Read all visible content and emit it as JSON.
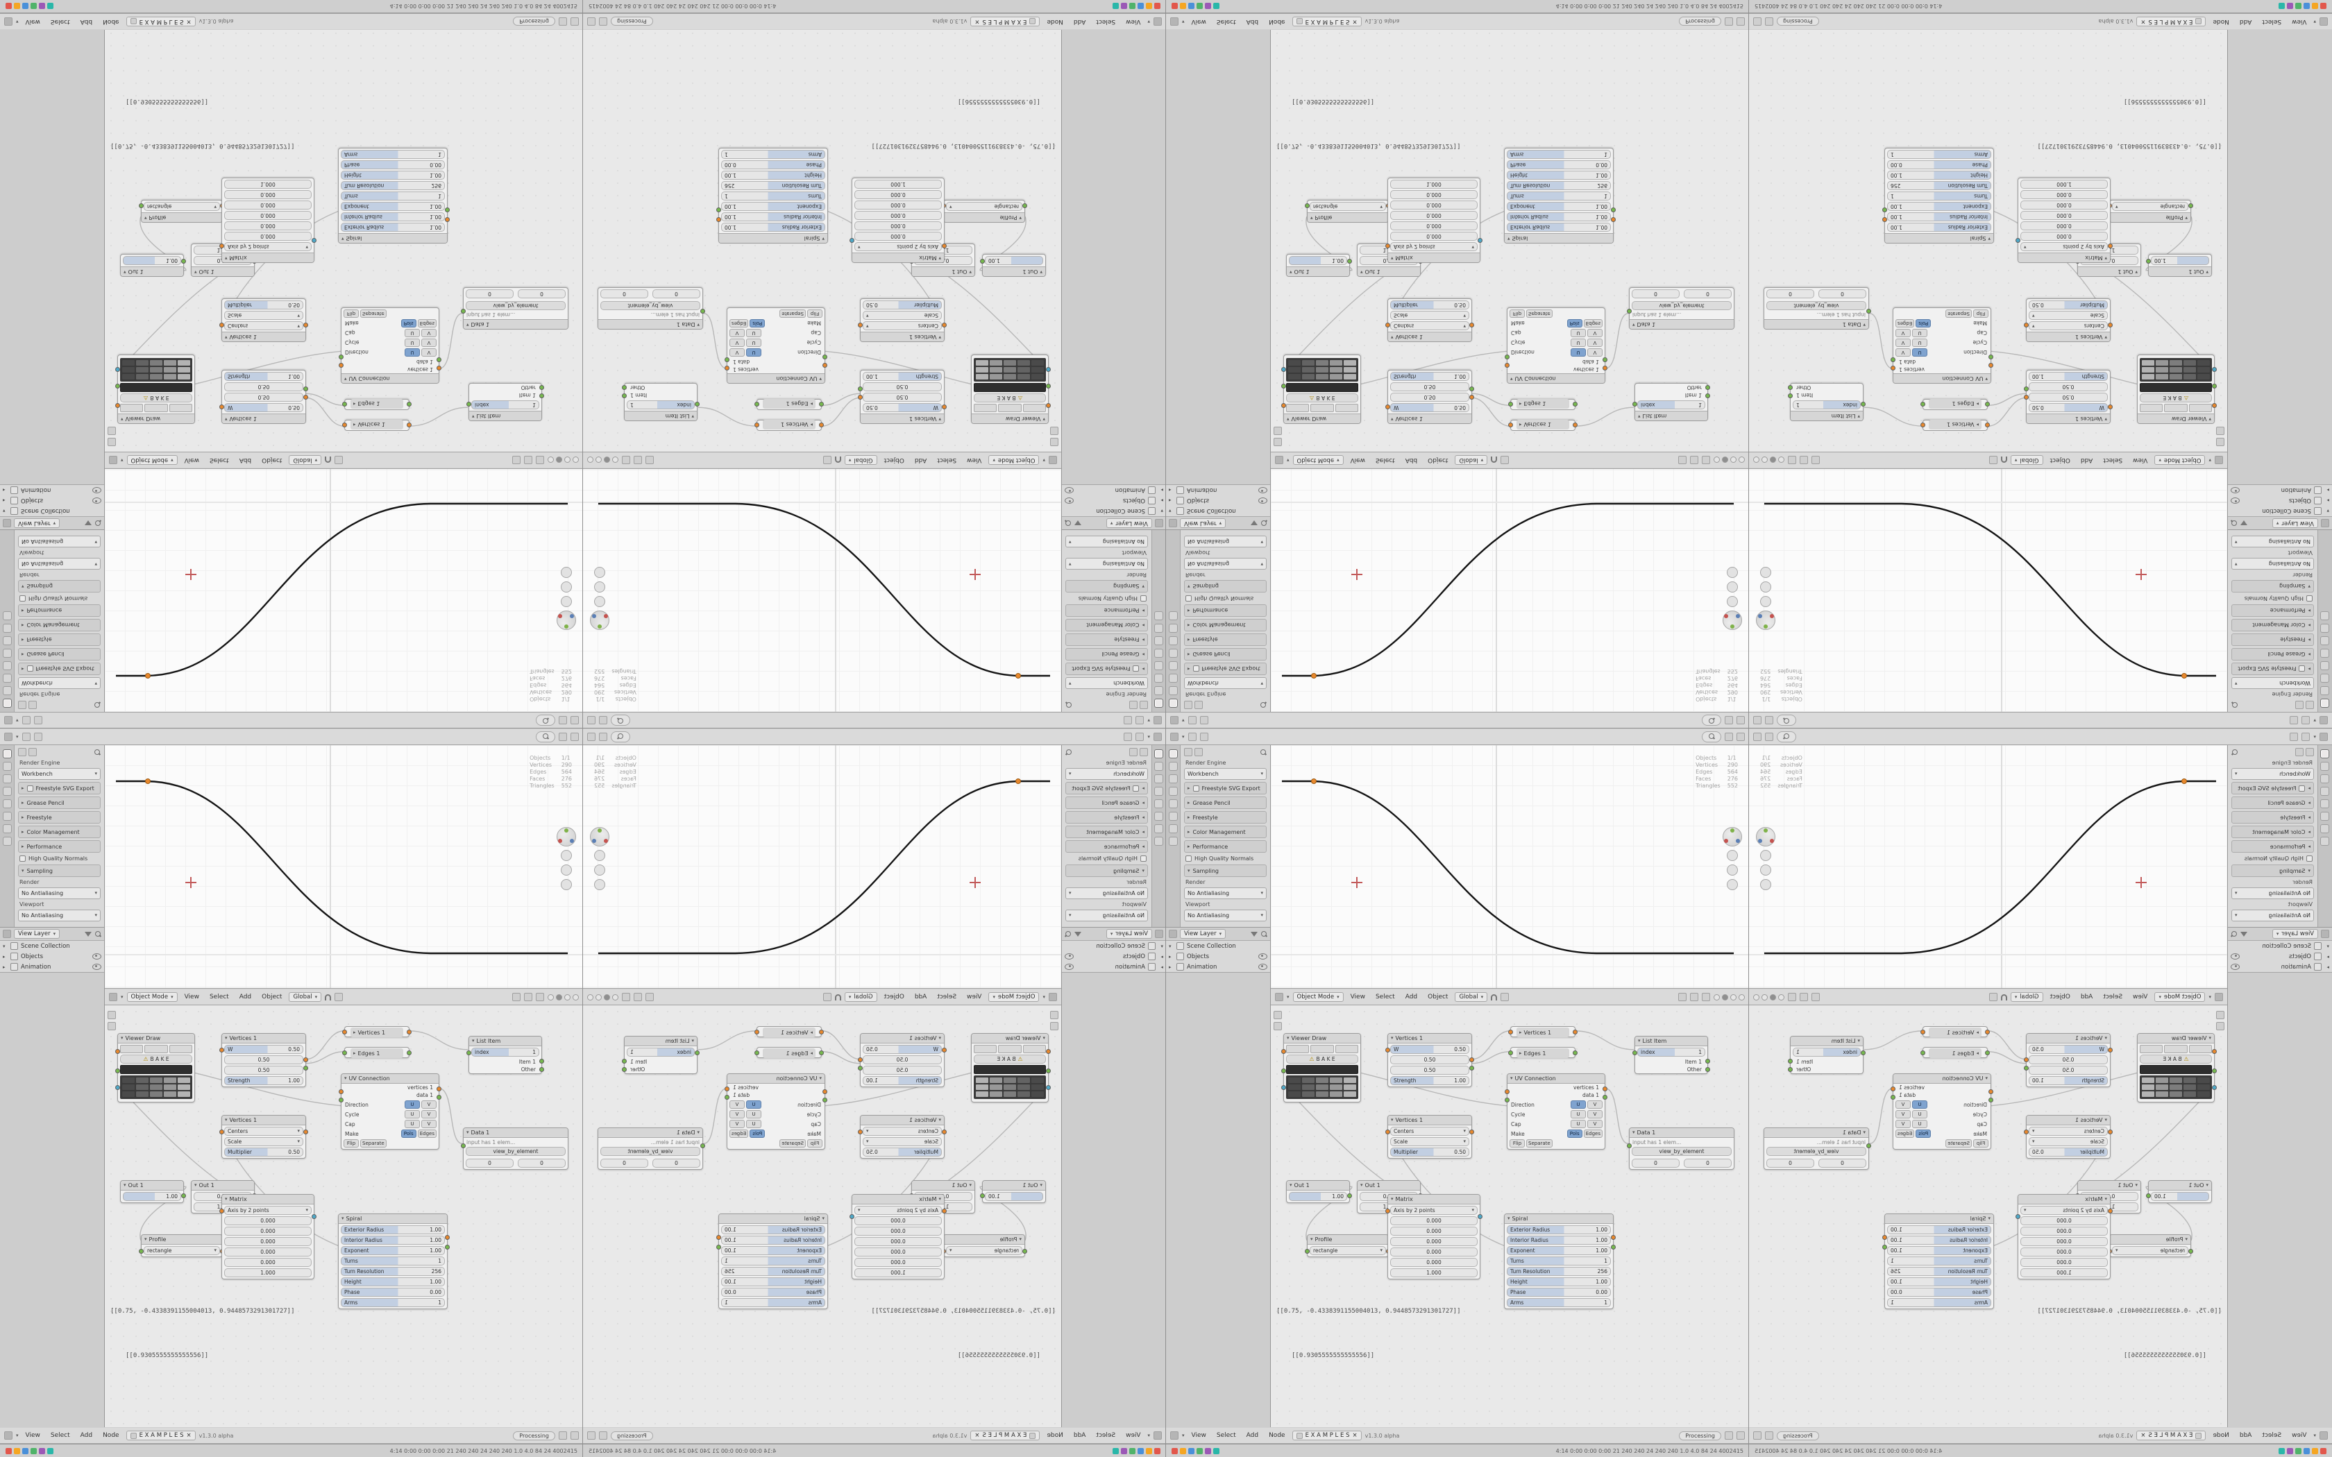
{
  "app": {
    "version": "v1.3.0 alpha",
    "tree_name": "E X A M P L E S",
    "processing": "Processing"
  },
  "status_bar": {
    "stats": "4:14  0:00  0:00  0:00   21  240 240 24   240 240   1.0 4.0   84 24   4002415",
    "app_colors": [
      "#e2574c",
      "#f5a623",
      "#4a90d9",
      "#50b36a",
      "#9b59b6",
      "#2ab7a9"
    ]
  },
  "node_header": {
    "menus": [
      "View",
      "Select",
      "Add",
      "Node"
    ]
  },
  "viewport_header": {
    "mode": "Object Mode",
    "menus": [
      "View",
      "Select",
      "Add",
      "Object"
    ],
    "orientation": "Global"
  },
  "outliner": {
    "mode": "View Layer",
    "rows": [
      {
        "label": "Scene Collection"
      },
      {
        "label": "Objects"
      },
      {
        "label": "Animation"
      }
    ]
  },
  "properties": {
    "engine_label": "Render Engine",
    "engine_value": "Workbench",
    "panels": [
      "Freestyle SVG Export",
      "Grease Pencil",
      "Freestyle",
      "Color Management",
      "Performance"
    ],
    "hq_normals": "High Quality Normals",
    "sampling": "Sampling",
    "sampling_rows": [
      {
        "label": "Render",
        "value": "No Antialiasing"
      },
      {
        "label": "Viewport",
        "value": "No Antialiasing"
      }
    ]
  },
  "viewport": {
    "stats": [
      [
        "Objects",
        "1/1"
      ],
      [
        "Vertices",
        "290"
      ],
      [
        "Edges",
        "564"
      ],
      [
        "Faces",
        "276"
      ],
      [
        "Triangles",
        "552"
      ]
    ]
  },
  "nodes": {
    "viewer": {
      "title": "Viewer Draw",
      "bake": "B A K E"
    },
    "out_a": {
      "title": "Out 1",
      "value": "1.00"
    },
    "out_b": {
      "title": "Out 1",
      "v1": "0.10",
      "v2": "1.00"
    },
    "profile": {
      "title": "Profile",
      "mode": "rectangle"
    },
    "noise": {
      "title": "Vertices 1",
      "w_label": "W",
      "w1": "0.50",
      "w2": "0.50",
      "w3": "0.50",
      "strength_label": "Strength",
      "strength": "1.00"
    },
    "scale": {
      "title": "Vertices 1",
      "centers": "Centers",
      "scale": "Scale",
      "mult_label": "Multiplier",
      "mult": "0.50"
    },
    "matrix": {
      "title": "Matrix",
      "mode": "Axis by 2 points",
      "ax": "0.000",
      "ay": "0.000",
      "az": "0.000",
      "bx": "0.000",
      "by": "0.000",
      "bz": "1.000"
    },
    "verts_pill": {
      "title": "Vertices 1"
    },
    "edges_pill": {
      "title": "Edges 1"
    },
    "uvconnect": {
      "title": "UV Connection",
      "out1": "vertices 1",
      "out2": "data 1",
      "rows": [
        {
          "label": "Direction",
          "a": "U",
          "b": "V"
        },
        {
          "label": "Cycle",
          "a": "U",
          "b": "V"
        },
        {
          "label": "Cap",
          "a": "U",
          "b": "V"
        },
        {
          "label": "Make",
          "a": "Pols",
          "b": "Edges"
        }
      ],
      "flip": "Flip",
      "separate": "Separate"
    },
    "spiral": {
      "title": "Spiral",
      "rows": [
        {
          "label": "Exterior Radius",
          "value": "1.00"
        },
        {
          "label": "Interior Radius",
          "value": "1.00"
        },
        {
          "label": "Exponent",
          "value": "1.00"
        },
        {
          "label": "Turns",
          "value": "1"
        },
        {
          "label": "Turn Resolution",
          "value": "256"
        },
        {
          "label": "Height",
          "value": "1.00"
        },
        {
          "label": "Phase",
          "value": "0.00"
        },
        {
          "label": "Arms",
          "value": "1"
        }
      ]
    },
    "list_item": {
      "title": "List Item",
      "index_label": "index",
      "index": "1",
      "out1": "Item 1",
      "out2": "Other"
    },
    "data_view": {
      "title": "Data 1",
      "info": "input has 1 elem...",
      "button": "view_by_element",
      "n1": "0",
      "n2": "0"
    }
  },
  "overlay_text": {
    "a": "[[0.75, -0.4338391155004013, 0.9448573291301727]]",
    "b": "[[0.9305555555555556]]"
  },
  "colors": {
    "accent": "#4772b3",
    "socket_vertices": "#e8882d",
    "socket_data": "#76b84e",
    "socket_matrix": "#4ea8c8",
    "curve": "#141414",
    "viewport_bg": "#fbfbfb"
  }
}
